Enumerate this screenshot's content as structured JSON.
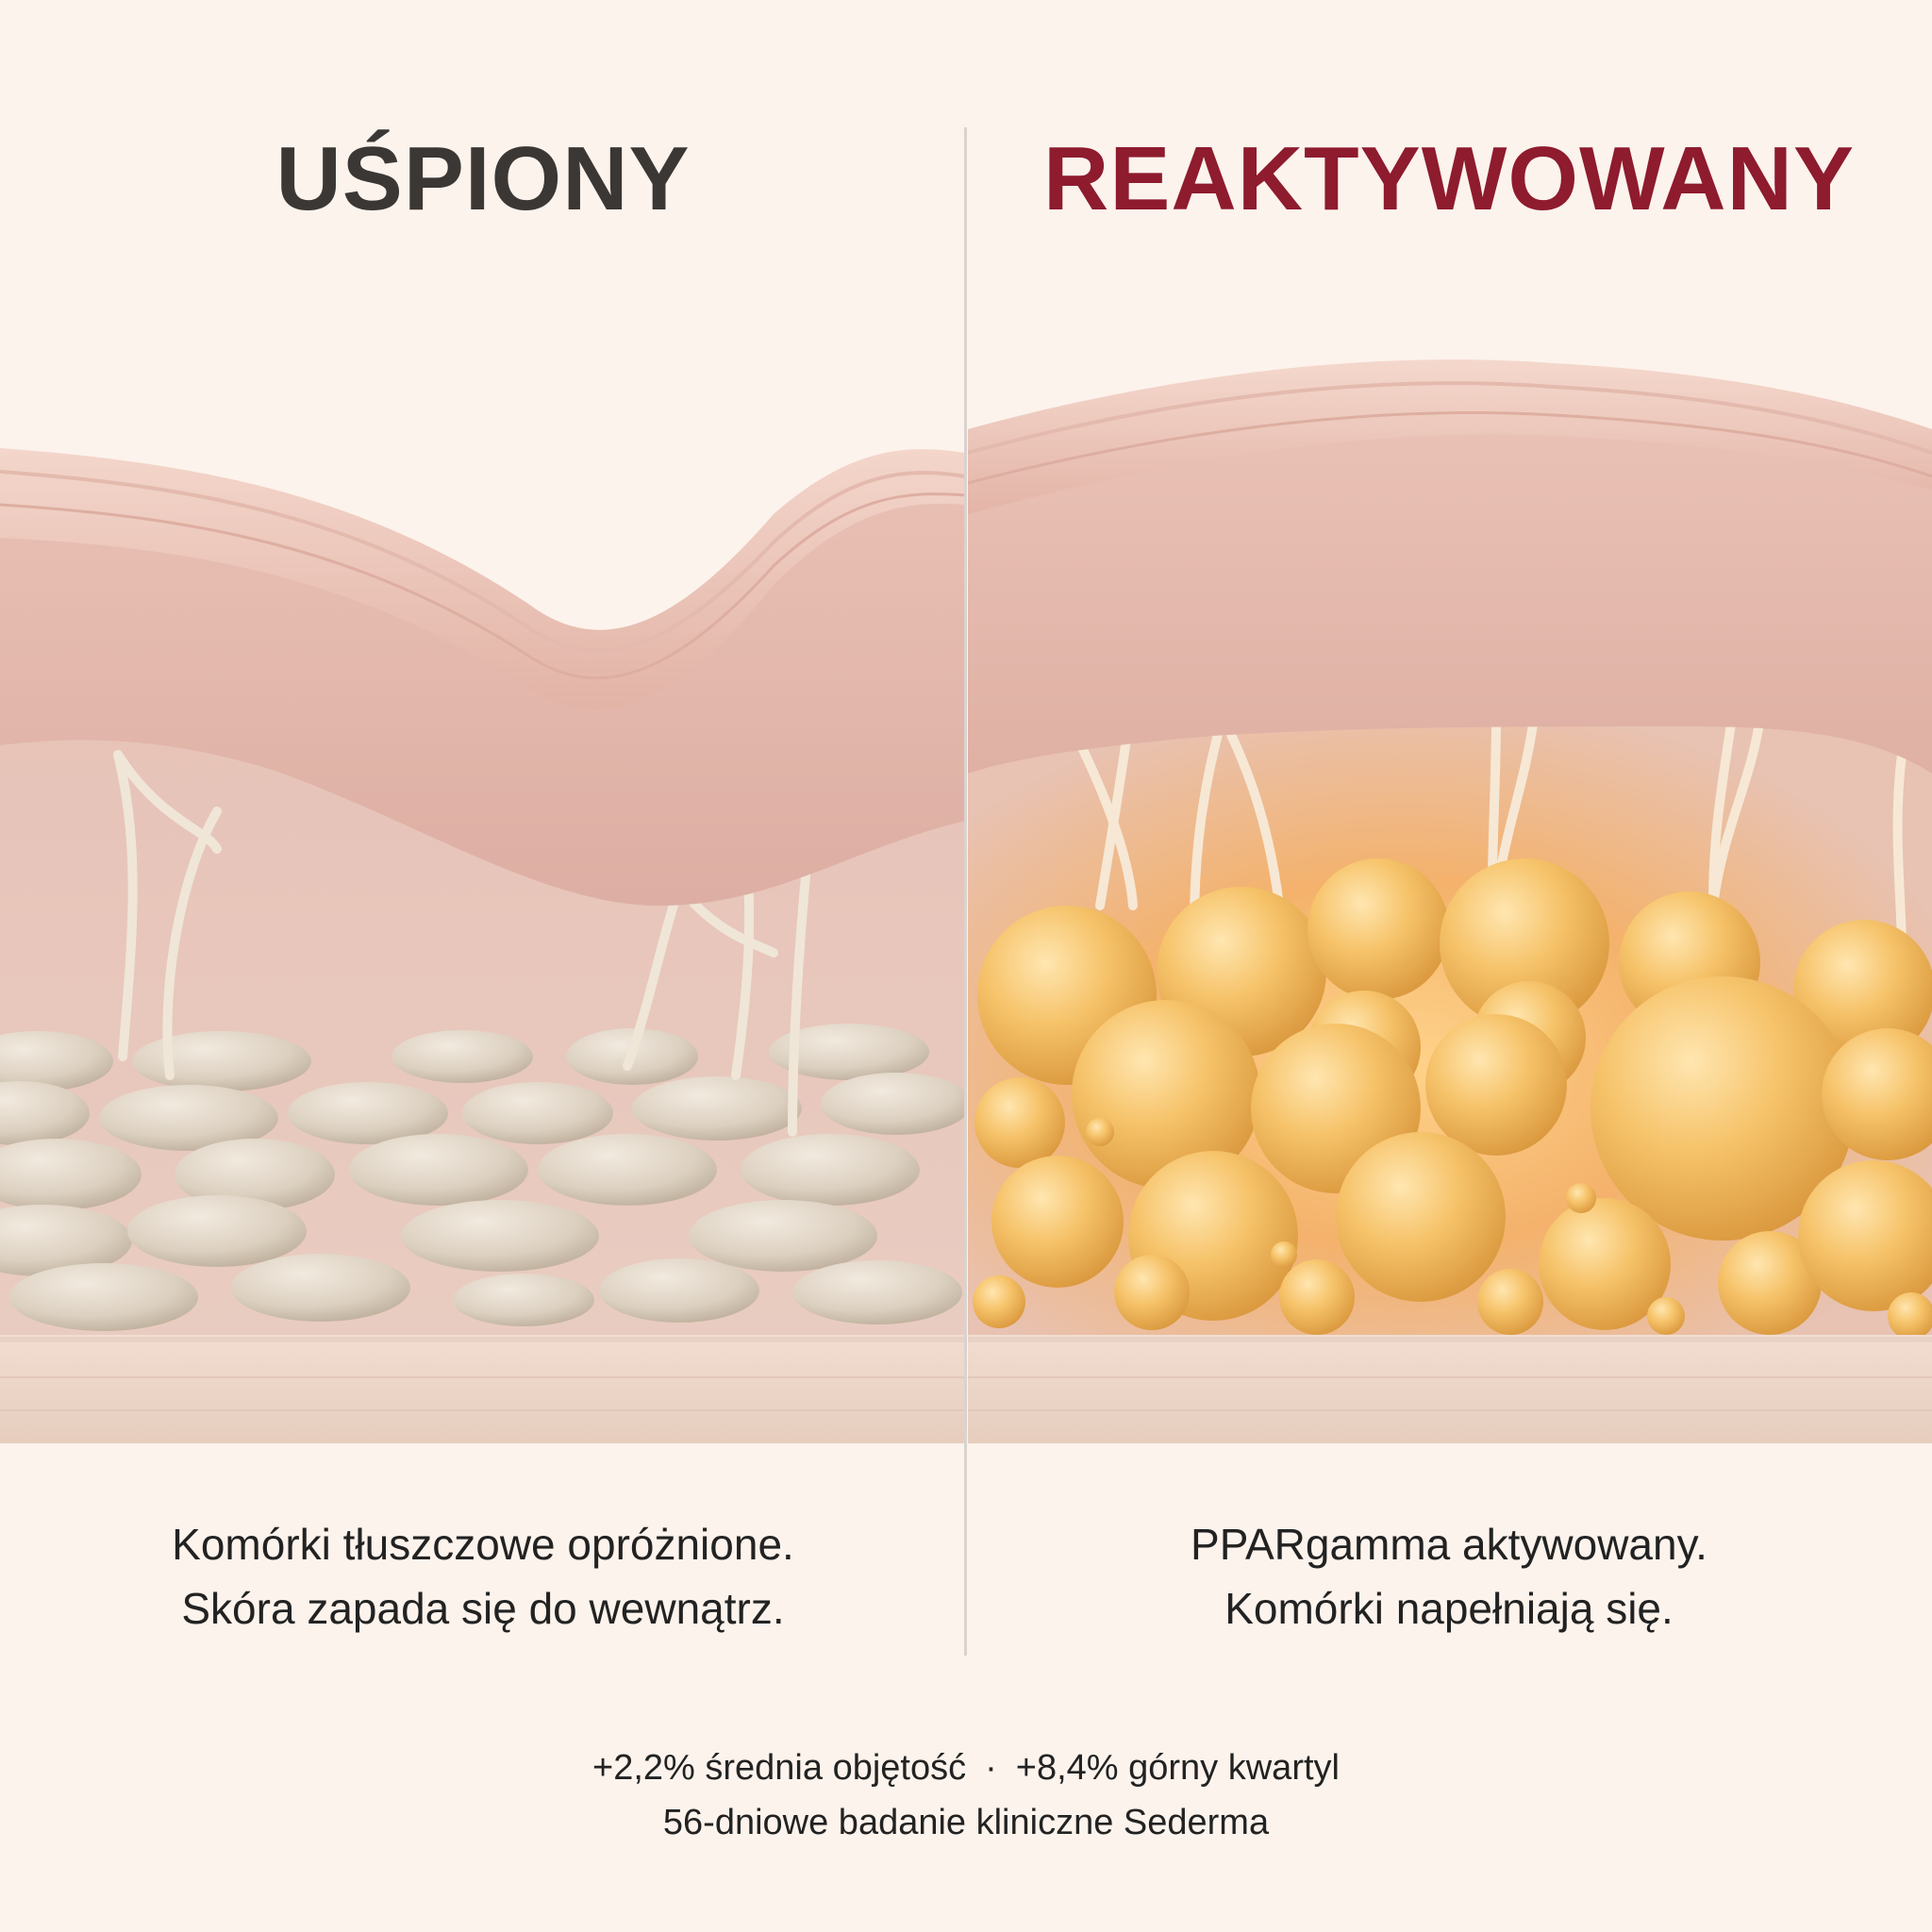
{
  "left_panel": {
    "title": "UŚPIONY",
    "caption_line1": "Komórki tłuszczowe opróżnione.",
    "caption_line2": "Skóra zapada się do wewnątrz."
  },
  "right_panel": {
    "title": "REAKTYWOWANY",
    "caption_line1": "PPARgamma aktywowany.",
    "caption_line2": "Komórki napełniają się."
  },
  "footer": {
    "stat_mean": "+2,2% średnia objętość",
    "separator": "·",
    "stat_quartile": "+8,4% górny kwartyl",
    "study": "56-dniowe badanie kliniczne Sederma"
  },
  "colors": {
    "background": "#FCF3EC",
    "title_left": "#3B3735",
    "title_right": "#8E1B2E",
    "skin": "#E9C2B6",
    "dormant_cell": "#DDD2C3",
    "active_cell": "#F2B957"
  }
}
